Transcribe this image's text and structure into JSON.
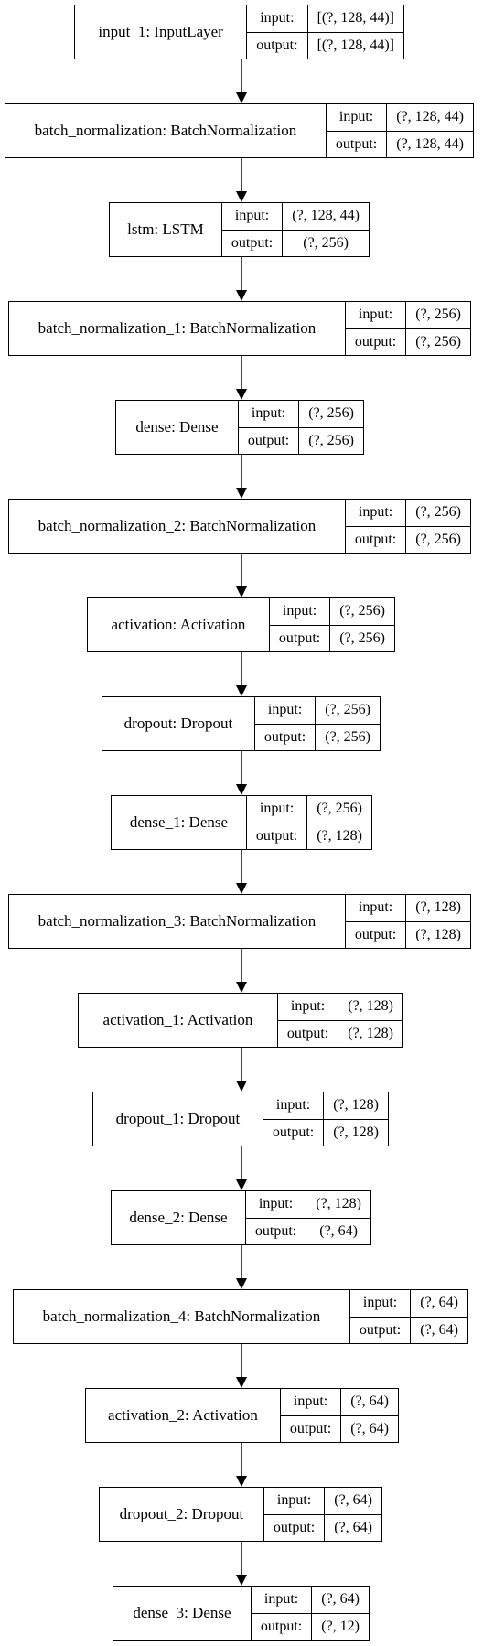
{
  "labels": {
    "input": "input:",
    "output": "output:"
  },
  "layers": [
    {
      "name": "input_1: InputLayer",
      "input": "[(?, 128, 44)]",
      "output": "[(?, 128, 44)]"
    },
    {
      "name": "batch_normalization: BatchNormalization",
      "input": "(?, 128, 44)",
      "output": "(?, 128, 44)"
    },
    {
      "name": "lstm: LSTM",
      "input": "(?, 128, 44)",
      "output": "(?, 256)"
    },
    {
      "name": "batch_normalization_1: BatchNormalization",
      "input": "(?, 256)",
      "output": "(?, 256)"
    },
    {
      "name": "dense: Dense",
      "input": "(?, 256)",
      "output": "(?, 256)"
    },
    {
      "name": "batch_normalization_2: BatchNormalization",
      "input": "(?, 256)",
      "output": "(?, 256)"
    },
    {
      "name": "activation: Activation",
      "input": "(?, 256)",
      "output": "(?, 256)"
    },
    {
      "name": "dropout: Dropout",
      "input": "(?, 256)",
      "output": "(?, 256)"
    },
    {
      "name": "dense_1: Dense",
      "input": "(?, 256)",
      "output": "(?, 128)"
    },
    {
      "name": "batch_normalization_3: BatchNormalization",
      "input": "(?, 128)",
      "output": "(?, 128)"
    },
    {
      "name": "activation_1: Activation",
      "input": "(?, 128)",
      "output": "(?, 128)"
    },
    {
      "name": "dropout_1: Dropout",
      "input": "(?, 128)",
      "output": "(?, 128)"
    },
    {
      "name": "dense_2: Dense",
      "input": "(?, 128)",
      "output": "(?, 64)"
    },
    {
      "name": "batch_normalization_4: BatchNormalization",
      "input": "(?, 64)",
      "output": "(?, 64)"
    },
    {
      "name": "activation_2: Activation",
      "input": "(?, 64)",
      "output": "(?, 64)"
    },
    {
      "name": "dropout_2: Dropout",
      "input": "(?, 64)",
      "output": "(?, 64)"
    },
    {
      "name": "dense_3: Dense",
      "input": "(?, 64)",
      "output": "(?, 12)"
    }
  ]
}
